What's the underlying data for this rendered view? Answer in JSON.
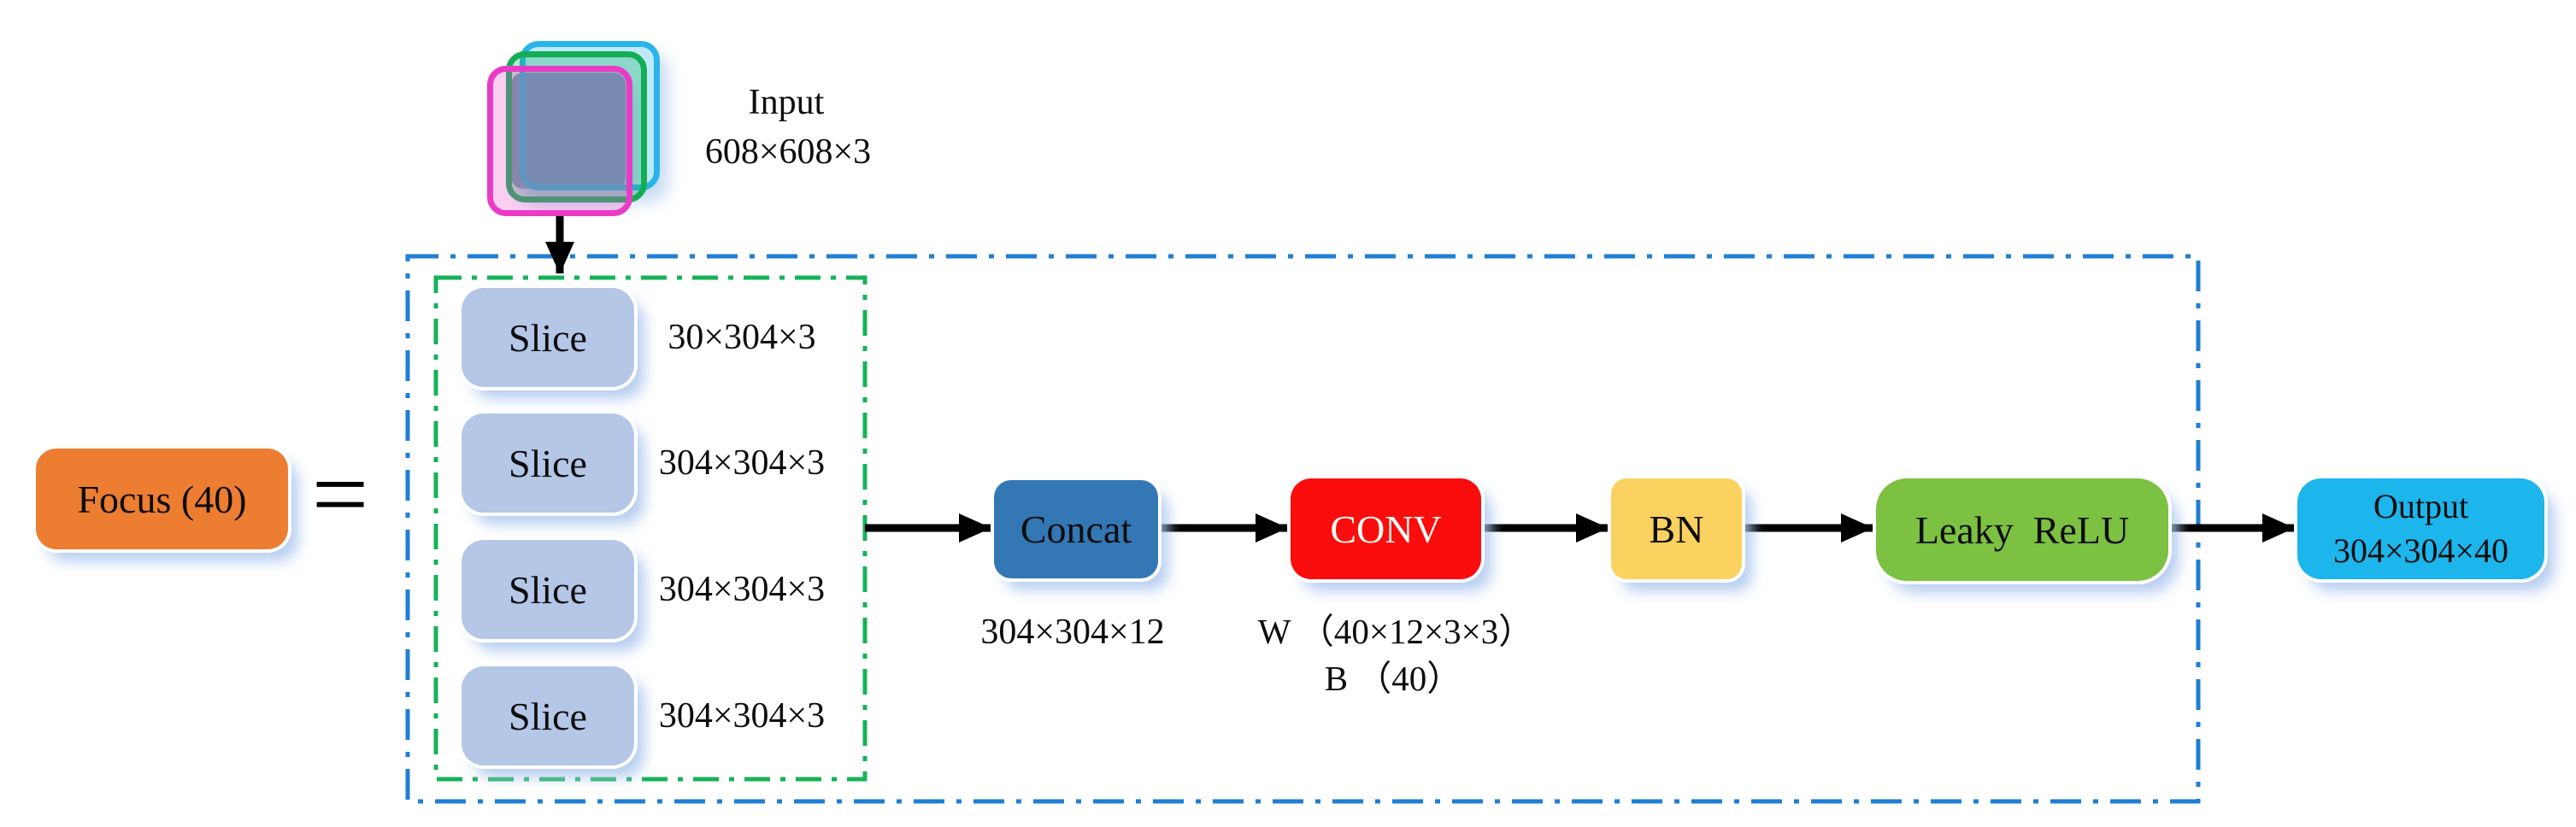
{
  "colors": {
    "focus_box": "#ED7D31",
    "slice_box": "#B4C7E7",
    "concat_box": "#3377B5",
    "conv_box": "#FB0D0D",
    "bn_box": "#FBD25F",
    "leaky_relu_box": "#7CC142",
    "output_box": "#1CB5EC",
    "module_border_blue": "#1F7ED6",
    "slice_group_border_green": "#17B259",
    "input_stack_back": "#29B5EA",
    "input_stack_middle": "#13AE54",
    "input_stack_front": "#E93BC6",
    "input_image_fill": "#7F90BD",
    "arrow": "#000000"
  },
  "focus": {
    "label": "Focus (40)"
  },
  "equals_sign": "=",
  "input": {
    "label": "Input",
    "dims": "608×608×3"
  },
  "slices": [
    {
      "label": "Slice",
      "dims": "30×304×3"
    },
    {
      "label": "Slice",
      "dims": "304×304×3"
    },
    {
      "label": "Slice",
      "dims": "304×304×3"
    },
    {
      "label": "Slice",
      "dims": "304×304×3"
    }
  ],
  "concat": {
    "label": "Concat",
    "dims": "304×304×12"
  },
  "conv": {
    "label": "CONV",
    "weights": "W （40×12×3×3）",
    "bias": "B （40）"
  },
  "bn": {
    "label": "BN"
  },
  "leaky_relu": {
    "label": "Leaky  ReLU"
  },
  "output": {
    "label": "Output",
    "dims": "304×304×40"
  }
}
